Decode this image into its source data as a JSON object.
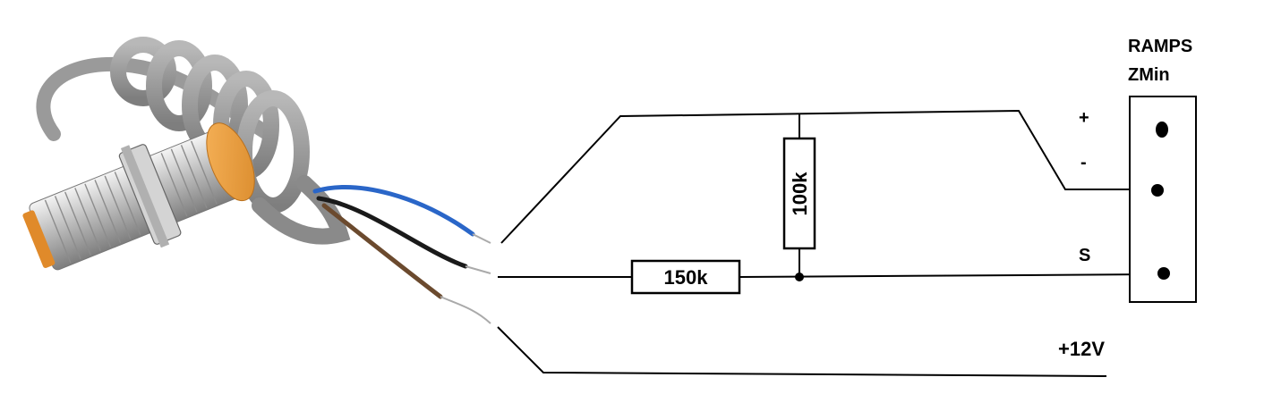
{
  "connector": {
    "title_line1": "RAMPS",
    "title_line2": "ZMin"
  },
  "pins": {
    "plus": "+",
    "minus": "-",
    "signal": "S"
  },
  "resistors": {
    "series": "150k",
    "pulldown": "100k"
  },
  "supply": {
    "label": "+12V"
  },
  "colors": {
    "cable_gray": "#9a9a9a",
    "wire_blue": "#2a66c8",
    "wire_black": "#1a1a1a",
    "wire_brown": "#6b4a2e",
    "sensor_orange": "#f0a040",
    "sensor_metal": "#c9c9c9"
  }
}
